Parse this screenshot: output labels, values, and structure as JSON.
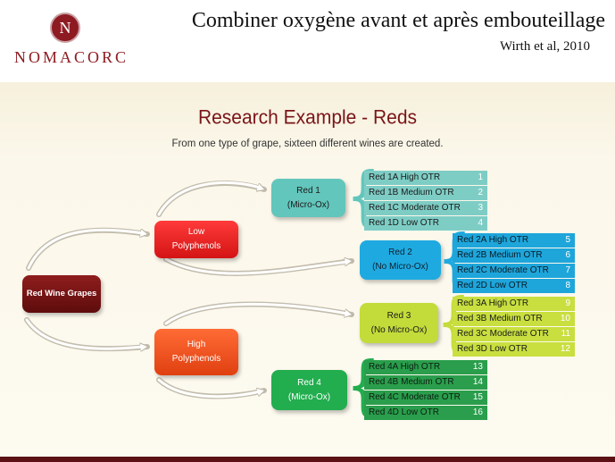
{
  "header": {
    "logo_letter": "N",
    "logo_text": "NOMACORC",
    "title": "Combiner oxygène avant et après embouteillage",
    "subtitle": "Wirth et al, 2010"
  },
  "diagram": {
    "title": "Research  Example - Reds",
    "subtitle": "From one type of grape, sixteen different wines are created.",
    "root": "Red Wine Grapes",
    "polyphenols": [
      {
        "line1": "Low",
        "line2": "Polyphenols"
      },
      {
        "line1": "High",
        "line2": "Polyphenols"
      }
    ],
    "wines": [
      {
        "line1": "Red 1",
        "line2": "(Micro-Ox)",
        "color": "#63c6bc",
        "options": [
          {
            "label": "Red 1A High OTR",
            "num": "1"
          },
          {
            "label": "Red 1B Medium OTR",
            "num": "2"
          },
          {
            "label": "Red 1C Moderate OTR",
            "num": "3"
          },
          {
            "label": "Red 1D Low OTR",
            "num": "4"
          }
        ]
      },
      {
        "line1": "Red 2",
        "line2": "(No Micro-Ox)",
        "color": "#1eaae0",
        "options": [
          {
            "label": "Red 2A High OTR",
            "num": "5"
          },
          {
            "label": "Red 2B Medium OTR",
            "num": "6"
          },
          {
            "label": "Red 2C Moderate OTR",
            "num": "7"
          },
          {
            "label": "Red 2D Low OTR",
            "num": "8"
          }
        ]
      },
      {
        "line1": "Red 3",
        "line2": "(No Micro-Ox)",
        "color": "#c3dc3a",
        "options": [
          {
            "label": "Red 3A High OTR",
            "num": "9"
          },
          {
            "label": "Red 3B Medium OTR",
            "num": "10"
          },
          {
            "label": "Red 3C Moderate OTR",
            "num": "11"
          },
          {
            "label": "Red 3D Low OTR",
            "num": "12"
          }
        ]
      },
      {
        "line1": "Red 4",
        "line2": "(Micro-Ox)",
        "color": "#22ad4f",
        "options": [
          {
            "label": "Red 4A High OTR",
            "num": "13"
          },
          {
            "label": "Red 4B Medium OTR",
            "num": "14"
          },
          {
            "label": "Red 4C Moderate OTR",
            "num": "15"
          },
          {
            "label": "Red 4D Low OTR",
            "num": "16"
          }
        ]
      }
    ]
  }
}
